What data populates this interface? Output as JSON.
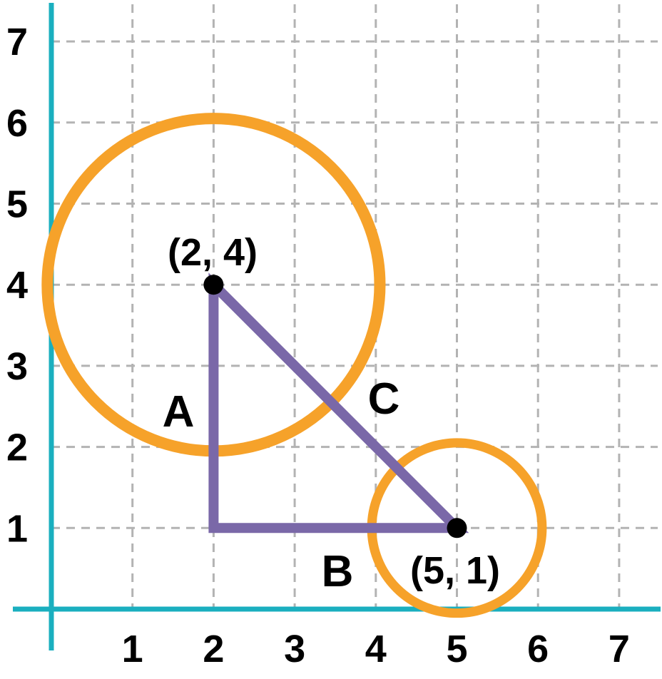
{
  "grid": {
    "x_ticks": [
      "1",
      "2",
      "3",
      "4",
      "5",
      "6",
      "7"
    ],
    "y_ticks": [
      "1",
      "2",
      "3",
      "4",
      "5",
      "6",
      "7"
    ],
    "line_color": "#b3b3b3"
  },
  "colors": {
    "axis": "#1aafbf",
    "circle": "#f6a22a",
    "triangle": "#7a68a8",
    "point": "#000000"
  },
  "points": [
    {
      "id": "p1",
      "x": 2,
      "y": 4,
      "label": "(2, 4)"
    },
    {
      "id": "p2",
      "x": 5,
      "y": 1,
      "label": "(5, 1)"
    }
  ],
  "circles": [
    {
      "id": "big",
      "cx": 2,
      "cy": 4,
      "r": 2.05
    },
    {
      "id": "small",
      "cx": 5,
      "cy": 1,
      "r": 1.05
    }
  ],
  "triangle": {
    "vertices": [
      [
        2,
        4
      ],
      [
        2,
        1
      ],
      [
        5,
        1
      ]
    ]
  },
  "side_labels": {
    "a": "A",
    "b": "B",
    "c": "C"
  }
}
